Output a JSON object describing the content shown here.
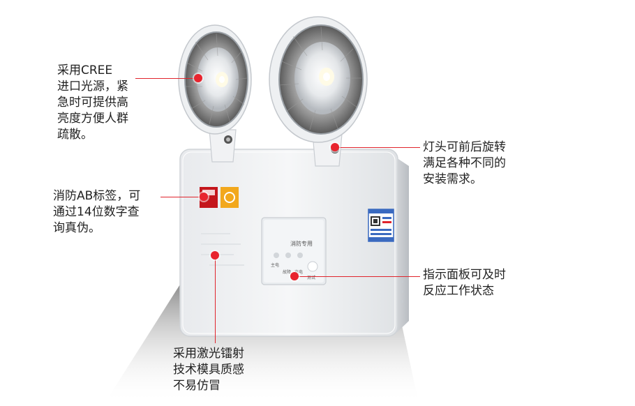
{
  "annotations": {
    "cree_light_source": "采用CREE\n进口光源，紧\n急时可提供高\n亮度方便人群\n疏散。",
    "rotatable_heads": "灯头可前后旋转\n满足各种不同的\n安装需求。",
    "fire_ab_label": "消防AB标签，可\n通过14位数字查\n询真伪。",
    "indicator_panel": "指示面板可及时\n反应工作状态",
    "laser_anti_counterfeit": "采用激光镭射\n技术模具质感\n不易仿冒"
  },
  "product": {
    "panel_label": "消防专用",
    "buttons": [
      "主电",
      "故障",
      "充电",
      "测试"
    ]
  },
  "colors": {
    "accent": "#e0242c",
    "text": "#222222",
    "body": "#f3f4f6"
  }
}
